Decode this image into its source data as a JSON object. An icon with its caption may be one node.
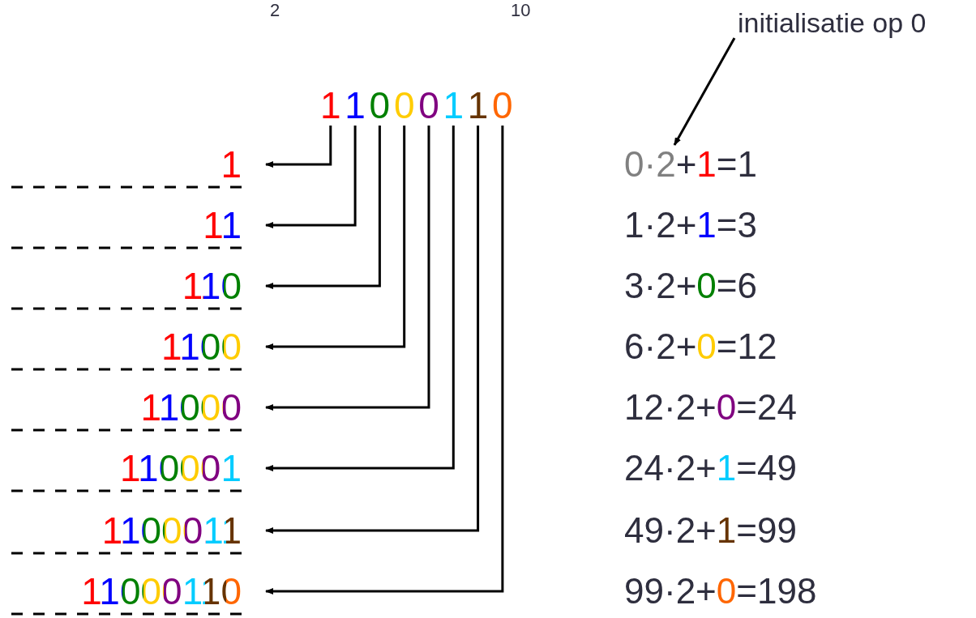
{
  "diagram": {
    "nodes": [
      {
        "text": [
          "1"
        ]
      },
      {
        "text": [
          "1"
        ]
      },
      {
        "text": [
          "0"
        ]
      },
      {
        "text": [
          "0"
        ]
      },
      {
        "text": [
          "0"
        ]
      },
      {
        "text": [
          "1"
        ]
      },
      {
        "text": [
          "1"
        ]
      },
      {
        "text": [
          "0"
        ]
      },
      {
        "text": [
          "1"
        ]
      },
      {
        "text": [
          "11"
        ]
      },
      {
        "text": [
          "110"
        ]
      },
      {
        "text": [
          "1100"
        ]
      },
      {
        "text": [
          "11000"
        ]
      },
      {
        "text": [
          "110001"
        ]
      },
      {
        "text": [
          "1100011"
        ]
      },
      {
        "text": [
          "11000110"
        ]
      },
      {
        "text": [
          "0·2+1=1"
        ]
      },
      {
        "text": [
          "1·2+1=3"
        ]
      },
      {
        "text": [
          "3·2+0=6"
        ]
      },
      {
        "text": [
          "6·2+0=12"
        ]
      },
      {
        "text": [
          "12·2+0=24"
        ]
      },
      {
        "text": [
          "24·2+1=49"
        ]
      },
      {
        "text": [
          "49·2+1=99"
        ]
      },
      {
        "text": [
          "99·2+0=198"
        ]
      },
      {
        "text": [
          "initialisatie op 0"
        ]
      }
    ],
    "edges": [
      {
        "from": 0,
        "to": 8,
        "arrow": "to"
      },
      {
        "from": 1,
        "to": 9,
        "arrow": "to"
      },
      {
        "from": 2,
        "to": 10,
        "arrow": "to"
      },
      {
        "from": 3,
        "to": 11,
        "arrow": "to"
      },
      {
        "from": 4,
        "to": 12,
        "arrow": "to"
      },
      {
        "from": 5,
        "to": 13,
        "arrow": "to"
      },
      {
        "from": 6,
        "to": 14,
        "arrow": "to"
      },
      {
        "from": 7,
        "to": 15,
        "arrow": "to"
      },
      {
        "from": 24,
        "to": 16,
        "arrow": "to"
      }
    ],
    "labels": [
      "2",
      "10"
    ]
  }
}
